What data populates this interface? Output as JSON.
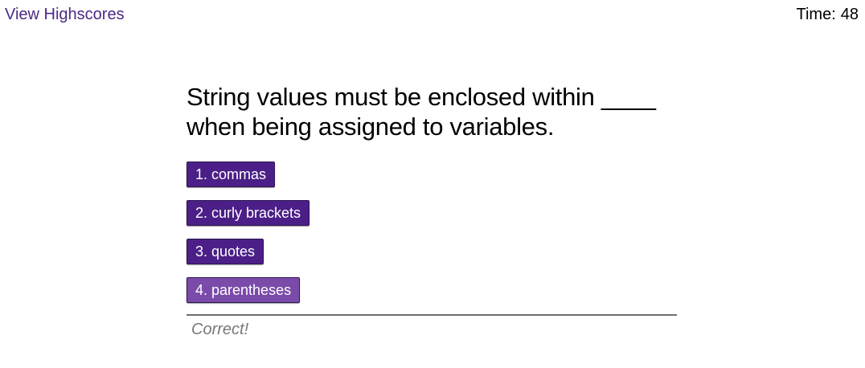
{
  "header": {
    "highscores_link": "View Highscores",
    "timer_label": "Time:",
    "timer_value": "48"
  },
  "quiz": {
    "question": "String values must be enclosed within ____ when being assigned to variables.",
    "choices": [
      {
        "label": "1. commas"
      },
      {
        "label": "2. curly brackets"
      },
      {
        "label": "3. quotes"
      },
      {
        "label": "4. parentheses",
        "state": "hover"
      }
    ],
    "feedback": "Correct!"
  },
  "colors": {
    "button_bg": "#4b1f87",
    "button_hover_bg": "#7a4ba9",
    "link": "#4b2a84",
    "feedback": "#777777"
  }
}
